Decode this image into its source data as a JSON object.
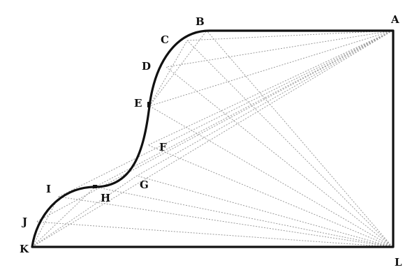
{
  "diagram": {
    "labels": {
      "A": "A",
      "B": "B",
      "C": "C",
      "D": "D",
      "E": "E",
      "F": "F",
      "G": "G",
      "H": "H",
      "I": "I",
      "J": "J",
      "K": "K",
      "L": "L"
    },
    "connections": [
      [
        "A",
        "B"
      ],
      [
        "A",
        "C"
      ],
      [
        "A",
        "D"
      ],
      [
        "A",
        "E"
      ],
      [
        "A",
        "F"
      ],
      [
        "A",
        "G"
      ],
      [
        "A",
        "H"
      ],
      [
        "A",
        "I"
      ],
      [
        "A",
        "J"
      ],
      [
        "A",
        "K"
      ],
      [
        "L",
        "B"
      ],
      [
        "L",
        "C"
      ],
      [
        "L",
        "D"
      ],
      [
        "L",
        "E"
      ],
      [
        "L",
        "F"
      ],
      [
        "L",
        "G"
      ],
      [
        "L",
        "H"
      ],
      [
        "L",
        "I"
      ],
      [
        "L",
        "J"
      ],
      [
        "L",
        "K"
      ],
      [
        "E",
        "C"
      ],
      [
        "E",
        "B"
      ],
      [
        "K",
        "H"
      ],
      [
        "K",
        "G"
      ],
      [
        "K",
        "I"
      ]
    ],
    "colors": {
      "outline": "#111111",
      "rays": "#9a9a9a"
    }
  }
}
